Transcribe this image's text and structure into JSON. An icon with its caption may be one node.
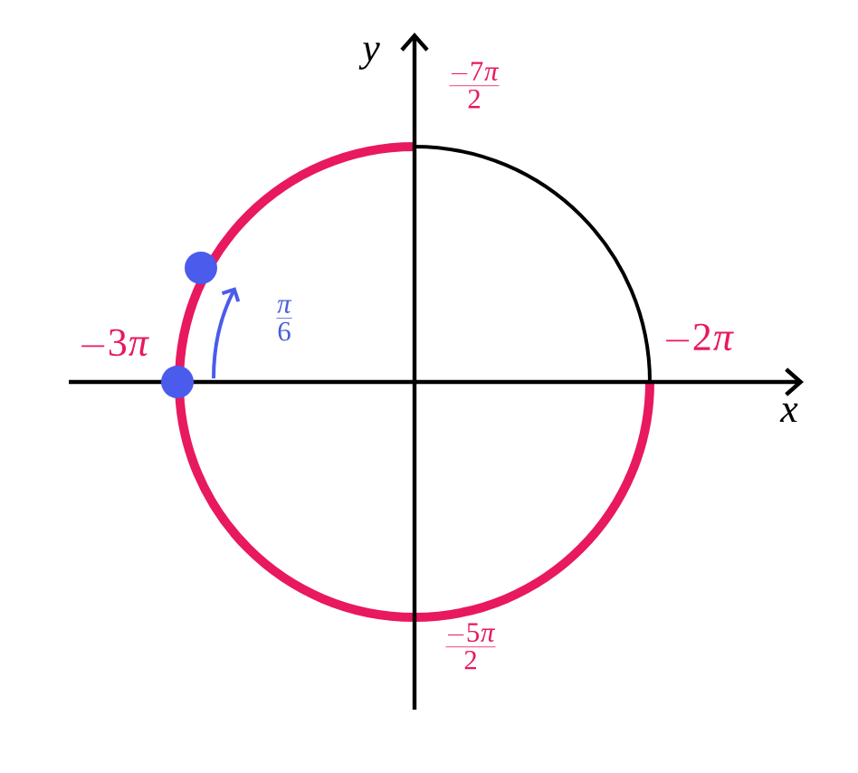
{
  "diagram": {
    "labels": [
      "y",
      "\\frac{-7\\pi}{2}",
      "-3\\pi",
      "\\frac{\\pi}{6}",
      "-2\\pi",
      "x",
      "\\frac{-5\\pi}{2}"
    ]
  }
}
